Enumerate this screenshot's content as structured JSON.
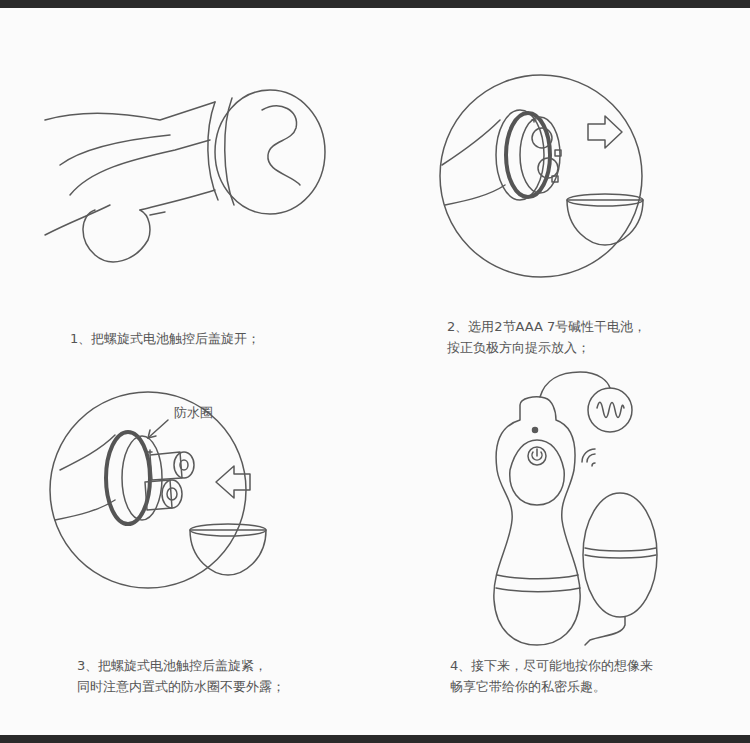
{
  "diagram": {
    "labels": [
      "1、把螺旋式电池触控后盖旋开；",
      "2、选用2节AAA 7号碱性干电池， 按正负极方向提示放入；",
      "防水圈",
      "3、把螺旋式电池触控后盖旋紧， 同时注意内置式的防水圈不要外露；",
      "4、接下来，尽可能地按你的想像来 畅享它带给你的私密乐趣。"
    ]
  }
}
